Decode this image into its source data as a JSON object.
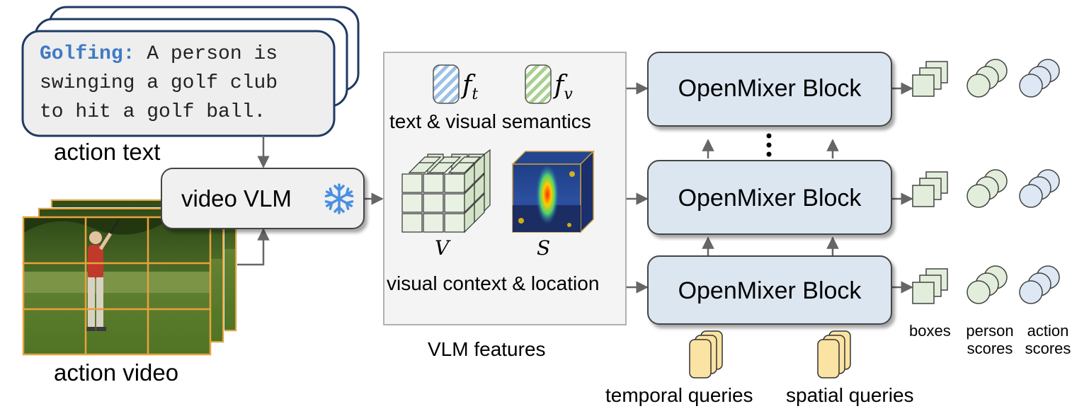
{
  "action_text_card": {
    "keyword": "Golfing:",
    "line1_rest": " A person is",
    "line2": "swinging a golf club",
    "line3": "to hit a golf ball."
  },
  "labels": {
    "action_text": "action text",
    "action_video": "action video",
    "video_vlm": "video VLM",
    "vlm_features": "VLM features",
    "text_visual_semantics": "text & visual semantics",
    "visual_context_location": "visual context & location",
    "f_t_base": "f",
    "f_t_sub": "t",
    "f_v_base": "f",
    "f_v_sub": "v",
    "V": "V",
    "S": "S",
    "temporal_queries": "temporal queries",
    "spatial_queries": "spatial queries"
  },
  "blocks": {
    "top": "OpenMixer Block",
    "middle": "OpenMixer Block",
    "bottom": "OpenMixer Block"
  },
  "outputs": {
    "boxes": "boxes",
    "person_scores_1": "person",
    "person_scores_2": "scores",
    "action_scores_1": "action",
    "action_scores_2": "scores"
  },
  "colors": {
    "block_fill": "#dce6f1",
    "vlm_fill": "#f0f0f0",
    "features_fill": "#f4f4f4",
    "cube_fill": "#e2eedb",
    "query_fill": "#fbe3a4",
    "person_circle": "#e2eedb",
    "action_circle": "#dde8f4",
    "arrow": "#666666",
    "snowflake": "#4a90e2",
    "text_keyword": "#3f7bc4"
  },
  "icons": {
    "snowflake": "snowflake-icon",
    "text_feature": "striped-blue-feature-icon",
    "visual_feature": "striped-green-feature-icon"
  }
}
